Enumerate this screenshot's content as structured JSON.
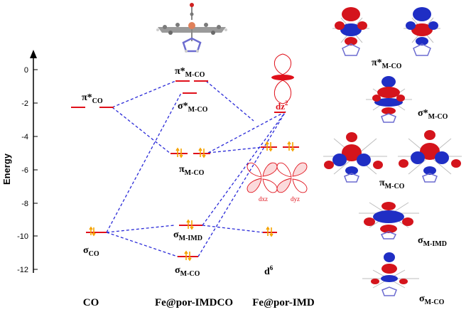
{
  "axis": {
    "title": "Energy",
    "ticks": [
      "0",
      "-2",
      "-4",
      "-6",
      "-8",
      "-10",
      "-12"
    ]
  },
  "columns": {
    "co": "CO",
    "complex": "Fe@por-IMDCO",
    "fragment": "Fe@por-IMD"
  },
  "levels": {
    "pi_co": {
      "main": "π*",
      "sub": "CO"
    },
    "sigma_co": {
      "main": "σ",
      "sub": "CO"
    },
    "pi_star_mco": {
      "main": "π*",
      "sub": "M-CO"
    },
    "sigma_star_mco": {
      "main": "σ*",
      "sub": "M-CO"
    },
    "pi_mco": {
      "main": "π",
      "sub": "M-CO"
    },
    "sigma_mimd": {
      "main": "σ",
      "sub": "M-IMD"
    },
    "sigma_mco": {
      "main": "σ",
      "sub": "M-CO"
    },
    "dz2": {
      "main": "dz",
      "sup": "2"
    },
    "d6": {
      "main": "d",
      "sup": "6"
    },
    "dxz": "dxz",
    "dyz": "dyz"
  },
  "mo_labels": {
    "pi_star": {
      "main": "π*",
      "sub": "M-CO"
    },
    "sigma_star": {
      "main": "σ*",
      "sub": "M-CO"
    },
    "pi": {
      "main": "π",
      "sub": "M-CO"
    },
    "sigma_imd": {
      "main": "σ",
      "sub": "M-IMD"
    },
    "sigma_co": {
      "main": "σ",
      "sub": "M-CO"
    }
  },
  "colors": {
    "level": "#e0101a",
    "connector": "#2a2ad8",
    "electron": "#f5a300",
    "lobe_red": "#d4141c",
    "lobe_blue": "#1f2ec4"
  }
}
